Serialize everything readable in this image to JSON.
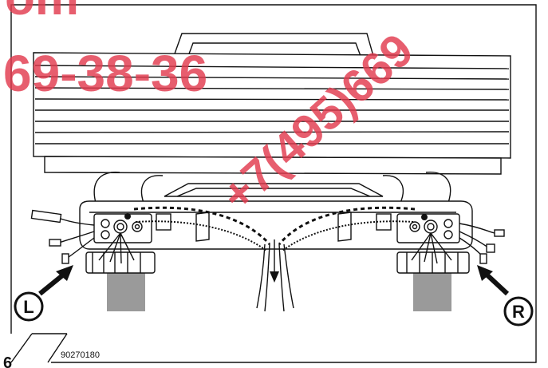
{
  "figure": {
    "number": "6",
    "code": "90270180",
    "markers": {
      "left": "L",
      "right": "R"
    }
  },
  "watermark": {
    "line1": "om",
    "line2": "69-38-36",
    "diagonal": "+7(495)669",
    "color": "#e23a4e"
  },
  "colors": {
    "ink": "#111111",
    "gray_block": "#9a9a9a"
  }
}
